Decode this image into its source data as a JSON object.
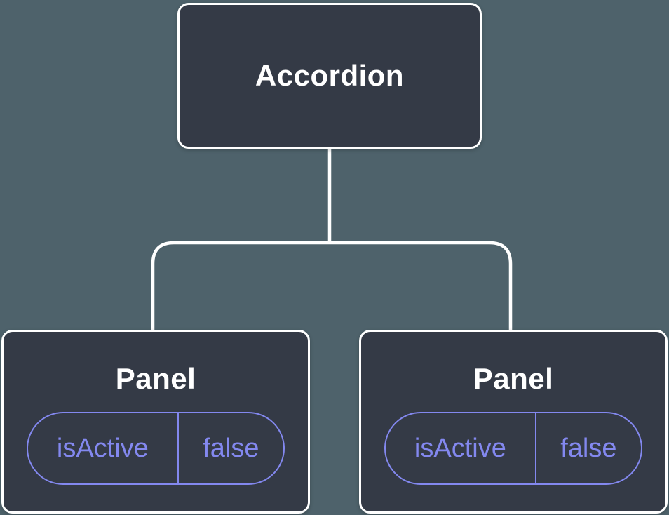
{
  "colors": {
    "background": "#4e626b",
    "node_fill": "#343a46",
    "node_border": "#ffffff",
    "connector": "#ffffff",
    "state_accent": "#8388ef",
    "title_text": "#ffffff"
  },
  "tree": {
    "root": {
      "label": "Accordion"
    },
    "children": [
      {
        "label": "Panel",
        "state": {
          "key": "isActive",
          "value": "false"
        }
      },
      {
        "label": "Panel",
        "state": {
          "key": "isActive",
          "value": "false"
        }
      }
    ]
  }
}
